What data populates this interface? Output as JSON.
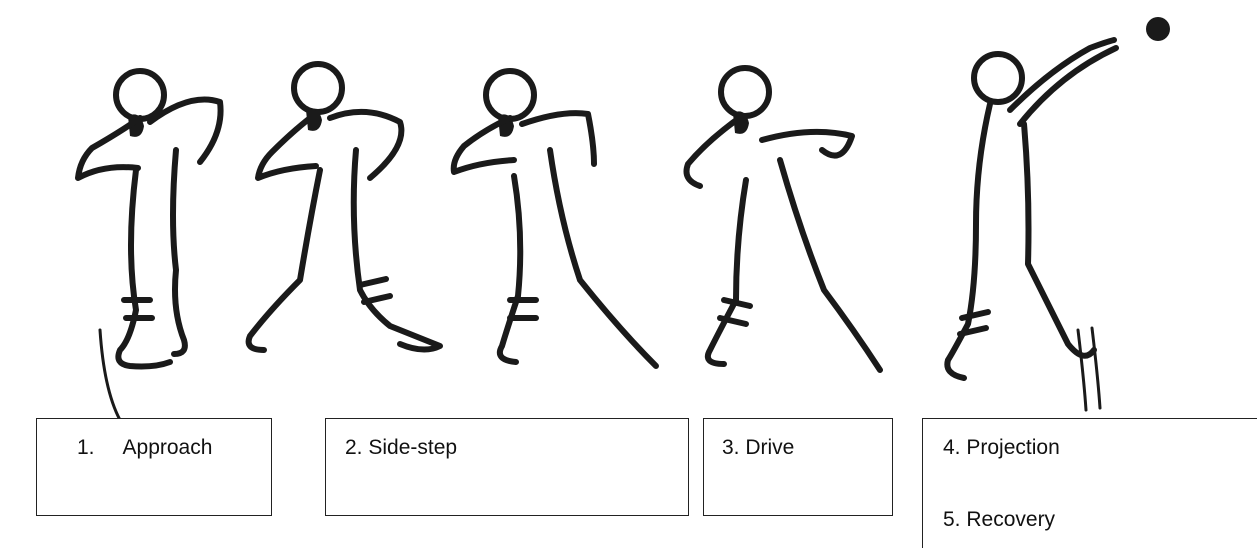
{
  "phases": [
    {
      "num": "1.",
      "label": "Approach"
    },
    {
      "num": "2.",
      "label": "Side-step"
    },
    {
      "num": "3.",
      "label": "Drive"
    },
    {
      "num": "4.",
      "label": "Projection"
    },
    {
      "num": "5.",
      "label": "Recovery"
    }
  ]
}
